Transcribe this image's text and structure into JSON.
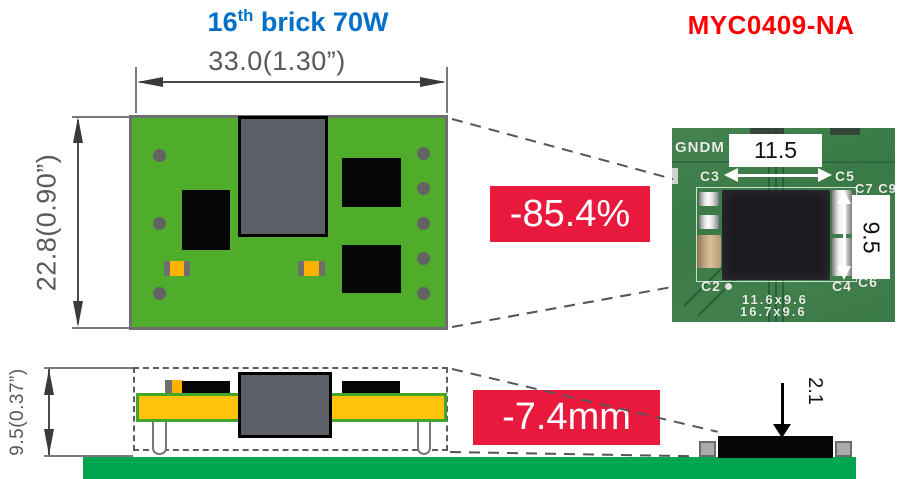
{
  "titles": {
    "left": {
      "num": "16",
      "sup": "th",
      "rest": " brick 70W",
      "color": "#0070C9"
    },
    "right": {
      "text": "MYC0409-NA",
      "color": "#FF0000"
    }
  },
  "top_view": {
    "width_dim": "33.0(1.30”)",
    "height_dim": "22.8(0.90”)"
  },
  "side_view": {
    "height_dim": "9.5(0.37”)"
  },
  "badges": {
    "area_reduction": "-85.4%",
    "height_reduction": "-7.4mm",
    "color": "#E8193C"
  },
  "photo": {
    "width_label": "11.5",
    "height_label": "9.5",
    "silkscreen": {
      "gndm": "GNDM",
      "c3": "C3",
      "c5": "C5",
      "c7c9": "C7 C9",
      "c2": "C2",
      "c4": "C4",
      "c6": "C6",
      "dims_line1": "11.6x9.6",
      "dims_line2": "16.7x9.6"
    }
  },
  "module_side": {
    "height_label": "2.1"
  },
  "colors": {
    "board_green": "#4FAD2B",
    "pcb_yellow": "#FFC30B",
    "motherboard_green": "#00A64F",
    "photo_pcb_green": "#3E7D4A",
    "transformer_gray": "#5A6066",
    "badge_red": "#E8193C",
    "title_blue": "#0070C9",
    "title_red": "#FF0000",
    "dimension_gray": "#595959"
  }
}
